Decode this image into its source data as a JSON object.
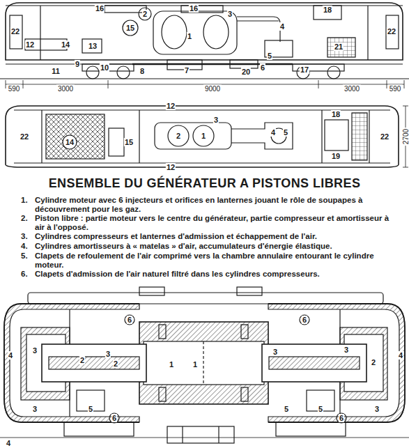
{
  "diagram": {
    "title": "ENSEMBLE DU GÉNÉRATEUR A PISTONS LIBRES",
    "labels": [
      "22",
      "16",
      "2",
      "16",
      "3",
      "18",
      "22",
      "15",
      "1",
      "4",
      "12",
      "14",
      "13",
      "5",
      "21",
      "9",
      "11",
      "10",
      "8",
      "7",
      "20",
      "6",
      "17",
      "590",
      "3000",
      "9000",
      "3000",
      "590",
      "12",
      "22",
      "14",
      "15",
      "2",
      "1",
      "3",
      "4",
      "5",
      "18",
      "19",
      "22",
      "12",
      "2700",
      "1.",
      "Cylindre moteur avec 6 injecteurs et orifices en lanternes jouant le rôle de soupapes à découvrement pour les gaz.",
      "2.",
      "Piston libre : partie moteur vers le centre du générateur, partie compresseur et amortisseur à air à l'opposé.",
      "3.",
      "Cylindres compresseurs et lanternes d'admission et échappement de l'air.",
      "4.",
      "Cylindres amortisseurs à « matelas » d'air, accumulateurs d'énergie élastique.",
      "5.",
      "Clapets de refoulement de l'air comprimé vers la chambre annulaire entourant le cylindre moteur.",
      "6.",
      "Clapets d'admission de l'air naturel filtré dans les cylindres compresseurs.",
      "6",
      "6",
      "4",
      "3",
      "2",
      "3",
      "2",
      "1",
      "1",
      "3",
      "3",
      "2",
      "4",
      "3",
      "5",
      "5",
      "5",
      "3",
      "6",
      "6",
      "4"
    ]
  }
}
